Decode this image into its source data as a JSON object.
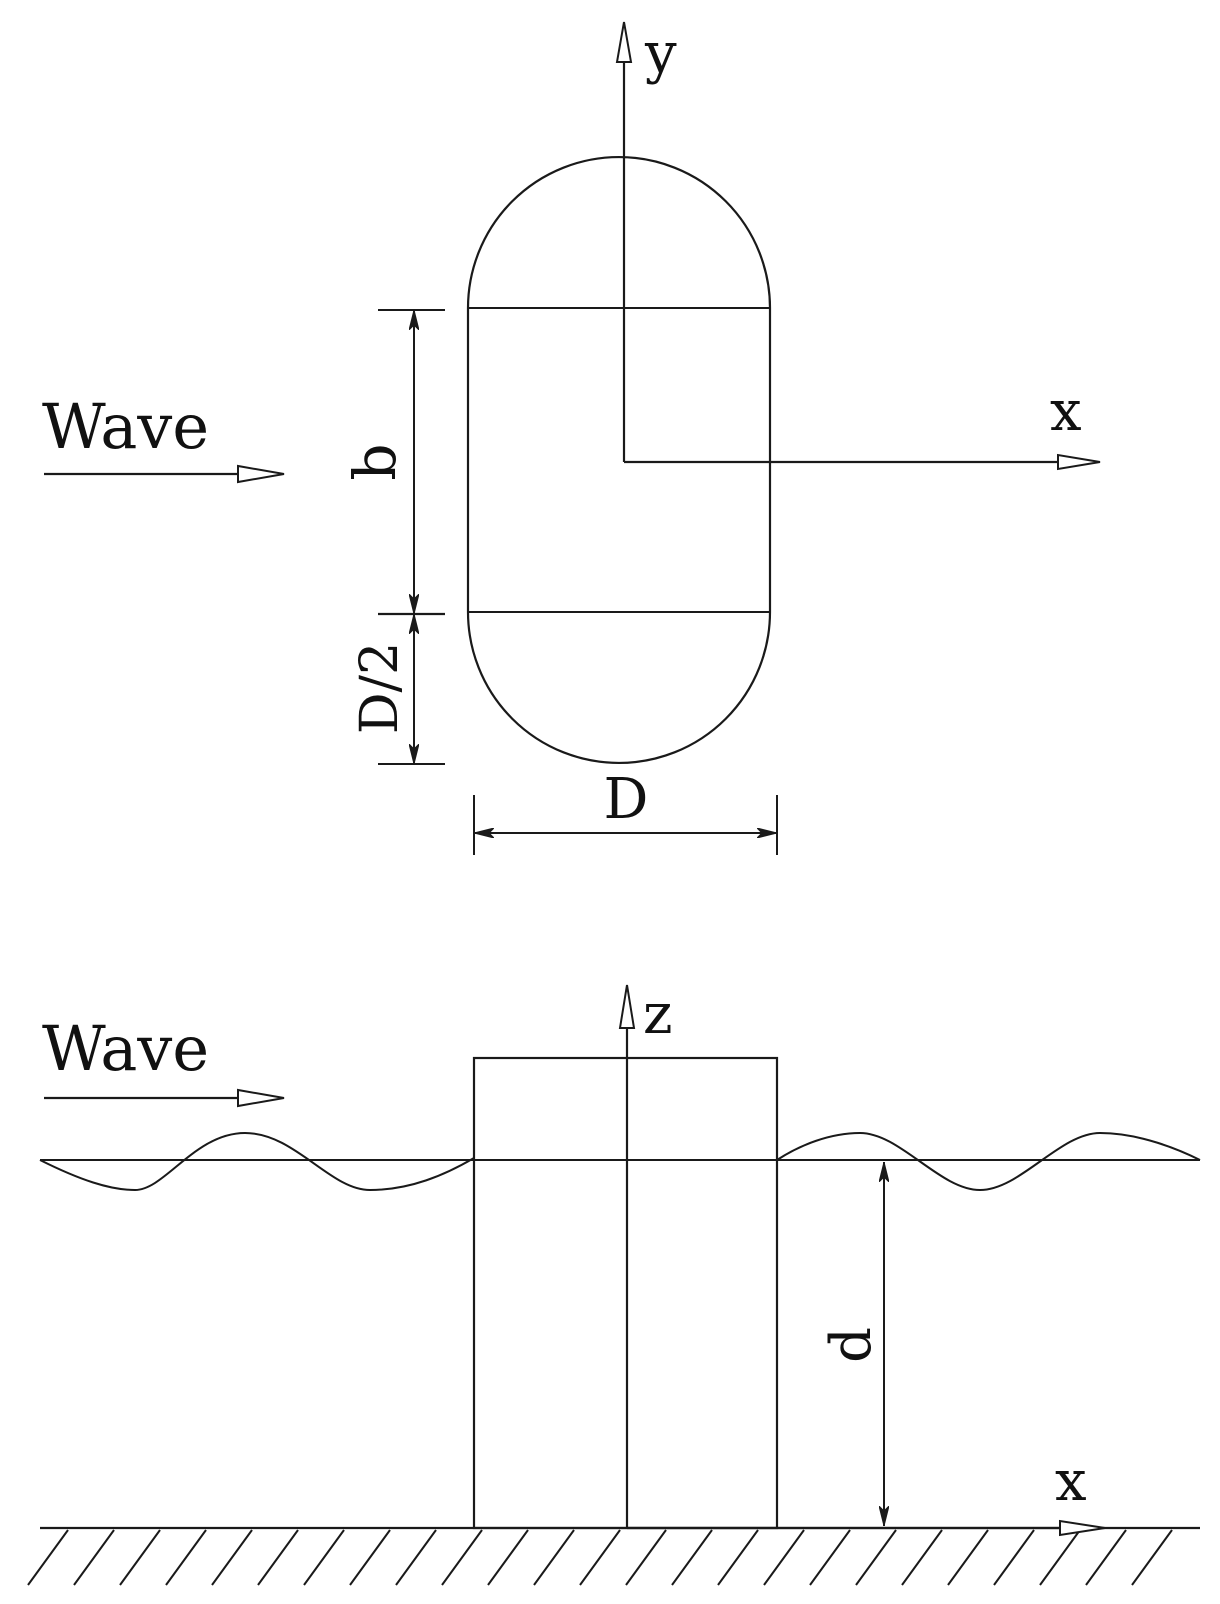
{
  "plan_view": {
    "wave_label": "Wave",
    "axis_y_label": "y",
    "axis_x_label": "x",
    "dim_b_label": "b",
    "dim_half_d_label": "D/2",
    "dim_d_label": "D"
  },
  "side_view": {
    "wave_label": "Wave",
    "axis_z_label": "z",
    "axis_x_label": "x",
    "dim_depth_label": "d"
  }
}
